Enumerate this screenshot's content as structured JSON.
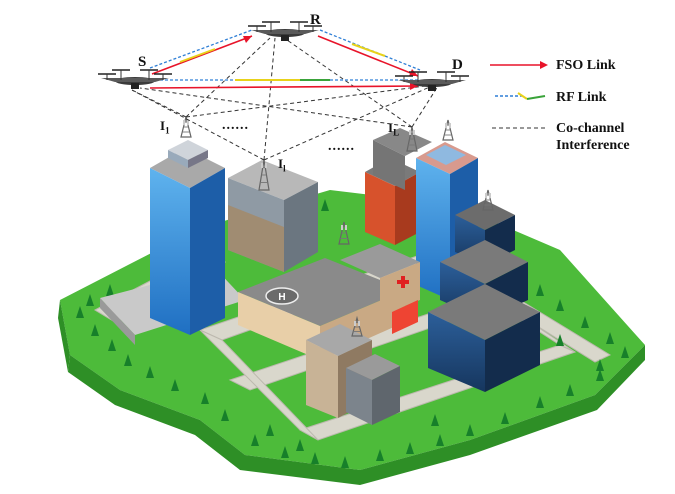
{
  "nodes": {
    "source": "S",
    "relay": "R",
    "destination": "D"
  },
  "interferers": {
    "first": {
      "base": "I",
      "sub": "1"
    },
    "middle": {
      "base": "I",
      "sub": "l"
    },
    "last": {
      "base": "I",
      "sub": "L"
    },
    "ellipsis_left": "......",
    "ellipsis_right": "......"
  },
  "legend": {
    "fso": {
      "label": "FSO Link",
      "color": "#e8142a"
    },
    "rf": {
      "label": "RF Link",
      "colors": [
        "#2f7fd6",
        "#e8d21a",
        "#3aa33a"
      ]
    },
    "cci": {
      "label_line1": "Co-channel",
      "label_line2": "Interference",
      "color": "#333333"
    }
  },
  "icons": {
    "uav": "drone-icon",
    "tower": "cell-tower-icon",
    "city": "city-buildings-illustration",
    "hospital_sign": "red-cross-icon",
    "helipad": "helipad-h-icon"
  },
  "helipad_letter": "H"
}
